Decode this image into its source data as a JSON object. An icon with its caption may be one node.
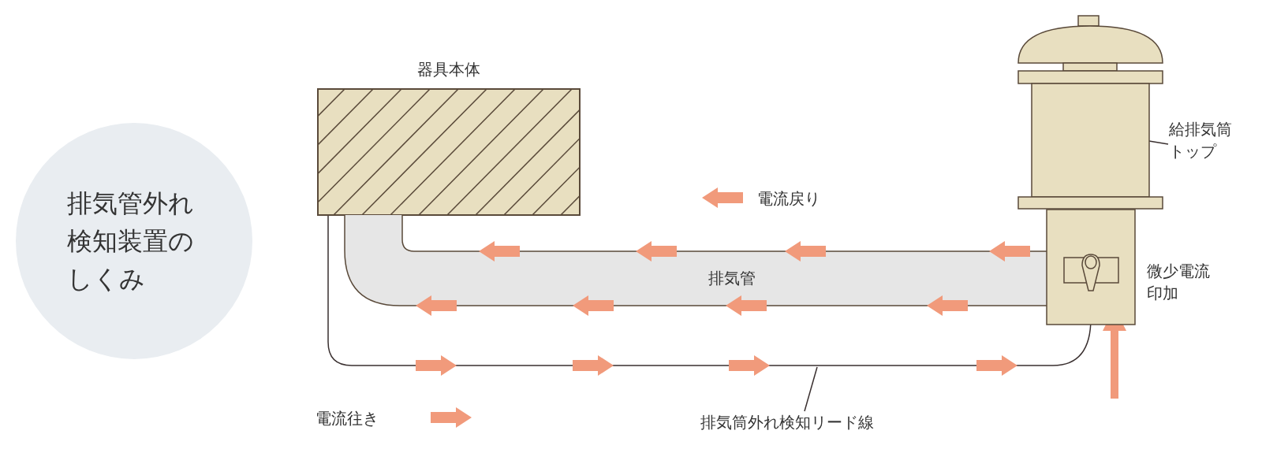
{
  "diagram": {
    "title": "排気管外れ検知装置のしくみ",
    "nodes": [
      {
        "text": [
          "器具本体"
        ]
      },
      {
        "text": [
          "排気管"
        ]
      },
      {
        "text": [
          "給排気筒トップ"
        ]
      },
      {
        "text": [],
        "shape": "box"
      },
      {
        "text": [],
        "shape": "box",
        "beside": [
          "微少電流印加"
        ]
      },
      {
        "text": [
          "排気筒外れ検知リード線"
        ]
      }
    ],
    "edges": [
      {
        "from": 2,
        "to": 3,
        "arrow": "none"
      },
      {
        "from": 0,
        "to": 4,
        "arrow": "none"
      },
      {
        "from": 5,
        "to": null,
        "arrow": "none"
      },
      {
        "from": null,
        "to": 4,
        "arrow": "to",
        "style": "thick",
        "color": "#f19a7b"
      }
    ],
    "legend": [
      {
        "text": "電流戻り"
      },
      {
        "text": "電流往き"
      }
    ]
  }
}
